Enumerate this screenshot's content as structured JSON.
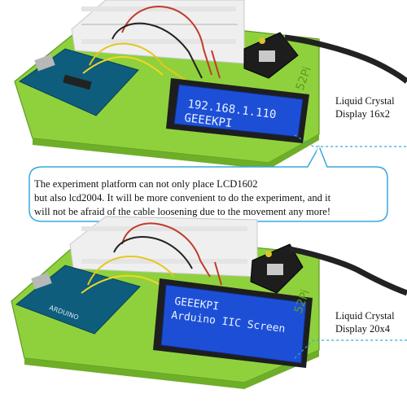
{
  "top_display": {
    "line1": "192.168.1.110",
    "line2": "GEEEKPI",
    "label_line1": "Liquid Crystal",
    "label_line2": "Display 16x2"
  },
  "bottom_display": {
    "line1": "GEEEKPI",
    "line2": "Arduino IIC Screen",
    "label_line1": "Liquid Crystal",
    "label_line2": "Display 20x4"
  },
  "callout": {
    "line1": "The experiment platform can not only place LCD1602",
    "line2": "but also lcd2004. It will be more convenient to do the experiment, and it",
    "line3": "will not be afraid of the cable loosening due to the movement any more!"
  },
  "colors": {
    "platform": "#8fd13d",
    "lcd_blue": "#1d4fd6",
    "callout_border": "#35a8de"
  }
}
